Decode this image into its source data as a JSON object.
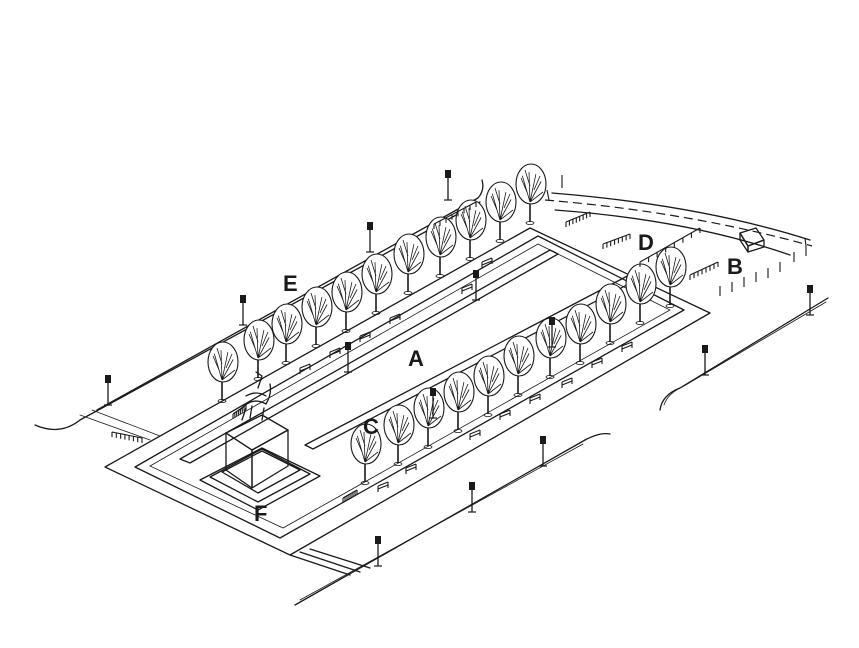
{
  "labels": {
    "A": "A",
    "B": "B",
    "C": "C",
    "D": "D",
    "E": "E",
    "F": "F"
  },
  "colors": {
    "ink": "#1a1a1a",
    "background": "#ffffff",
    "foliage": "#ffffff"
  }
}
